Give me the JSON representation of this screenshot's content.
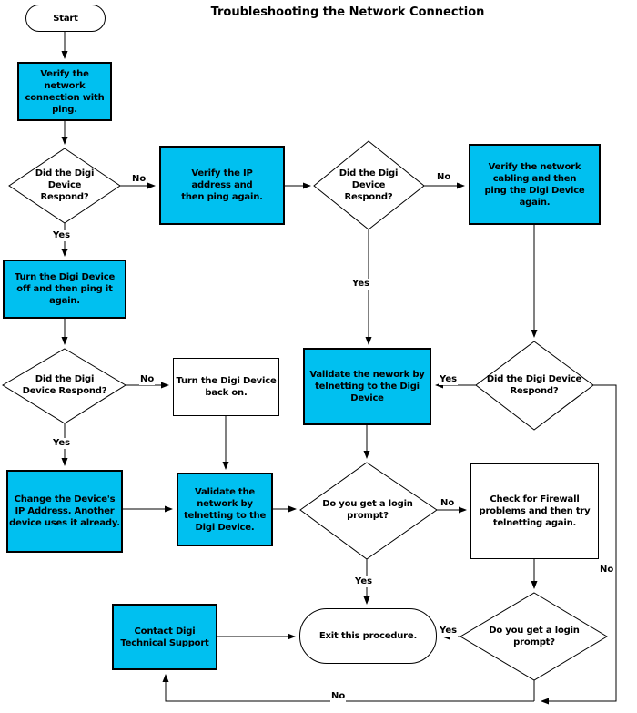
{
  "title": "Troubleshooting the Network Connection",
  "colors": {
    "process_fill": "#00c0f0",
    "line": "#000000",
    "background": "#ffffff"
  },
  "nodes": {
    "start": "Start",
    "verify_ping": "Verify the\nnetwork\nconnection with\nping.",
    "respond1": "Did the Digi\nDevice\nRespond?",
    "verify_ip": "Verify the IP\naddress and\nthen ping again.",
    "respond2": "Did the Digi\nDevice\nRespond?",
    "verify_cabling": "Verify the network\ncabling and then\nping the Digi Device\nagain.",
    "turn_off": "Turn the Digi Device\noff and then ping it\nagain.",
    "respond3": "Did the Digi\nDevice Respond?",
    "turn_back_on": "Turn the Digi Device\nback on.",
    "validate_telnet": "Validate the nework by\ntelnetting to the Digi\nDevice",
    "respond4": "Did the Digi Device\nRespond?",
    "change_ip": "Change the Device's\nIP Address. Another\ndevice uses it already.",
    "validate_telnet2": "Validate the\nnetwork by\ntelnetting to the\nDigi Device.",
    "login_prompt1": "Do you get a login\nprompt?",
    "check_firewall": "Check for Firewall\nproblems and then try\ntelnetting again.",
    "contact_support": "Contact Digi\nTechnical Support",
    "exit": "Exit this procedure.",
    "login_prompt2": "Do you get a login\nprompt?"
  },
  "edge_labels": {
    "d1_no": "No",
    "d1_yes": "Yes",
    "d2_no": "No",
    "d2_yes": "Yes",
    "d3_no": "No",
    "d3_yes": "Yes",
    "d4_yes": "Yes",
    "d4_no": "No",
    "d5_no": "No",
    "d5_yes": "Yes",
    "d6_yes": "Yes",
    "d6_no": "No"
  }
}
